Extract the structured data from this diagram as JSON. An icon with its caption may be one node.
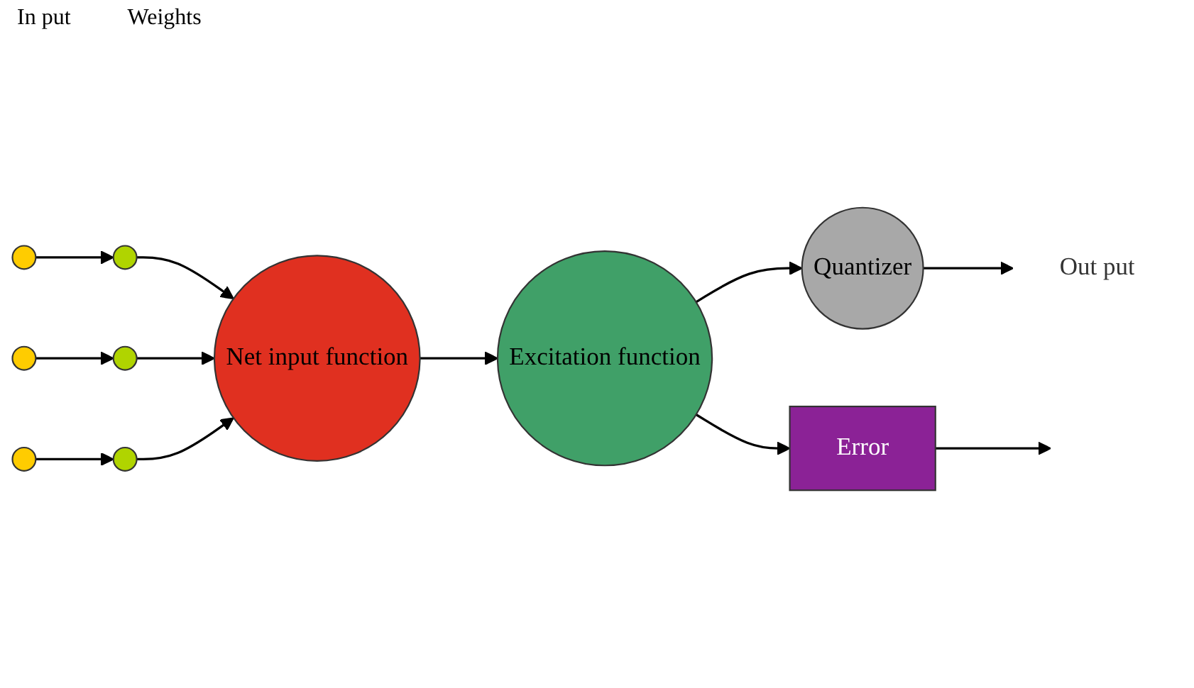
{
  "diagram": {
    "nodes": [
      {
        "text": [],
        "shape": "circle"
      },
      {
        "text": [],
        "shape": "circle"
      },
      {
        "text": [],
        "shape": "circle"
      },
      {
        "text": [],
        "shape": "circle"
      },
      {
        "text": [
          "Net input function"
        ]
      },
      {
        "text": [
          "Excitation function"
        ]
      },
      {
        "text": [
          "Quantizer"
        ]
      },
      {
        "text": [
          "Out put"
        ]
      },
      {
        "text": [],
        "shape": "circle"
      },
      {
        "text": [],
        "shape": "circle"
      },
      {
        "text": [
          "Error"
        ]
      }
    ],
    "edges": [
      {
        "from": 0,
        "to": 1,
        "arrow": "to"
      },
      {
        "from": 2,
        "to": 3,
        "arrow": "to"
      },
      {
        "from": 8,
        "to": 9,
        "arrow": "to"
      },
      {
        "from": 1,
        "to": 4,
        "arrow": "to"
      },
      {
        "from": 3,
        "to": 4,
        "arrow": "to"
      },
      {
        "from": 9,
        "to": 4,
        "arrow": "to"
      },
      {
        "from": 4,
        "to": 5,
        "arrow": "to"
      },
      {
        "from": 5,
        "to": 6,
        "arrow": "to"
      },
      {
        "from": 6,
        "to": 7,
        "arrow": "to"
      },
      {
        "from": 5,
        "to": 10,
        "arrow": "to"
      },
      {
        "from": 10,
        "to": null,
        "arrow": "to"
      }
    ],
    "labels": [
      "In put",
      "Weights"
    ]
  }
}
